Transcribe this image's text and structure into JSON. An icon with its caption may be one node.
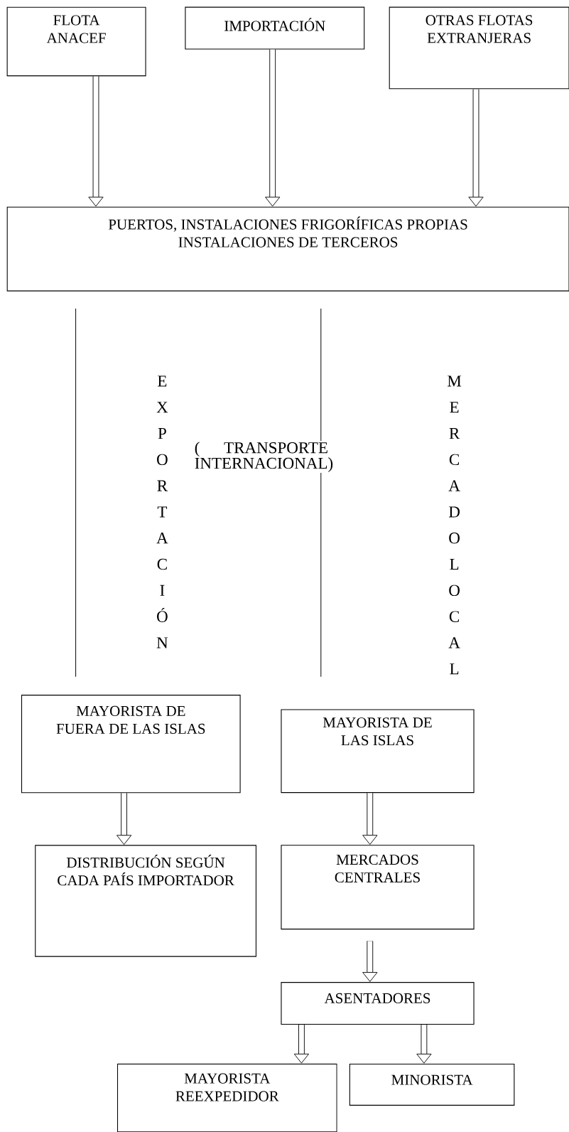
{
  "diagram": {
    "nodes": [
      {
        "text": [
          "FLOTA ANACEF"
        ]
      },
      {
        "text": [
          "IMPORTACIÓN"
        ]
      },
      {
        "text": [
          "OTRAS FLOTAS EXTRANJERAS"
        ]
      },
      {
        "text": [
          "PUERTOS, INSTALACIONES FRIGORÍFICAS PROPIAS INSTALACIONES DE TERCEROS"
        ]
      },
      {
        "text": [
          "MAYORISTA DE FUERA DE LAS ISLAS"
        ]
      },
      {
        "text": [
          "MAYORISTA DE LAS ISLAS"
        ]
      },
      {
        "text": [
          "DISTRIBUCIÓN SEGÚN CADA PAÍS IMPORTADOR"
        ]
      },
      {
        "text": [
          "MERCADOS CENTRALES"
        ]
      },
      {
        "text": [
          "ASENTADORES"
        ]
      },
      {
        "text": [
          "MAYORISTA REEXPEDIDOR"
        ]
      },
      {
        "text": [
          "MINORISTA"
        ]
      }
    ],
    "edges": [
      {
        "from": 0,
        "to": 3,
        "arrow": "to"
      },
      {
        "from": 1,
        "to": 3,
        "arrow": "to"
      },
      {
        "from": 2,
        "to": 3,
        "arrow": "to"
      },
      {
        "from": 3,
        "to": 4,
        "arrow": "none"
      },
      {
        "from": 3,
        "to": 5,
        "arrow": "none"
      },
      {
        "from": 4,
        "to": 6,
        "arrow": "to"
      },
      {
        "from": 5,
        "to": 7,
        "arrow": "to"
      },
      {
        "from": 7,
        "to": 8,
        "arrow": "to"
      },
      {
        "from": 8,
        "to": 9,
        "arrow": "to"
      },
      {
        "from": 8,
        "to": 10,
        "arrow": "to"
      }
    ],
    "labels": [
      "EXPORTACIÓN",
      "( TRANSPORTE INTERNACIONAL)",
      "MERCADO LOCAL"
    ]
  }
}
